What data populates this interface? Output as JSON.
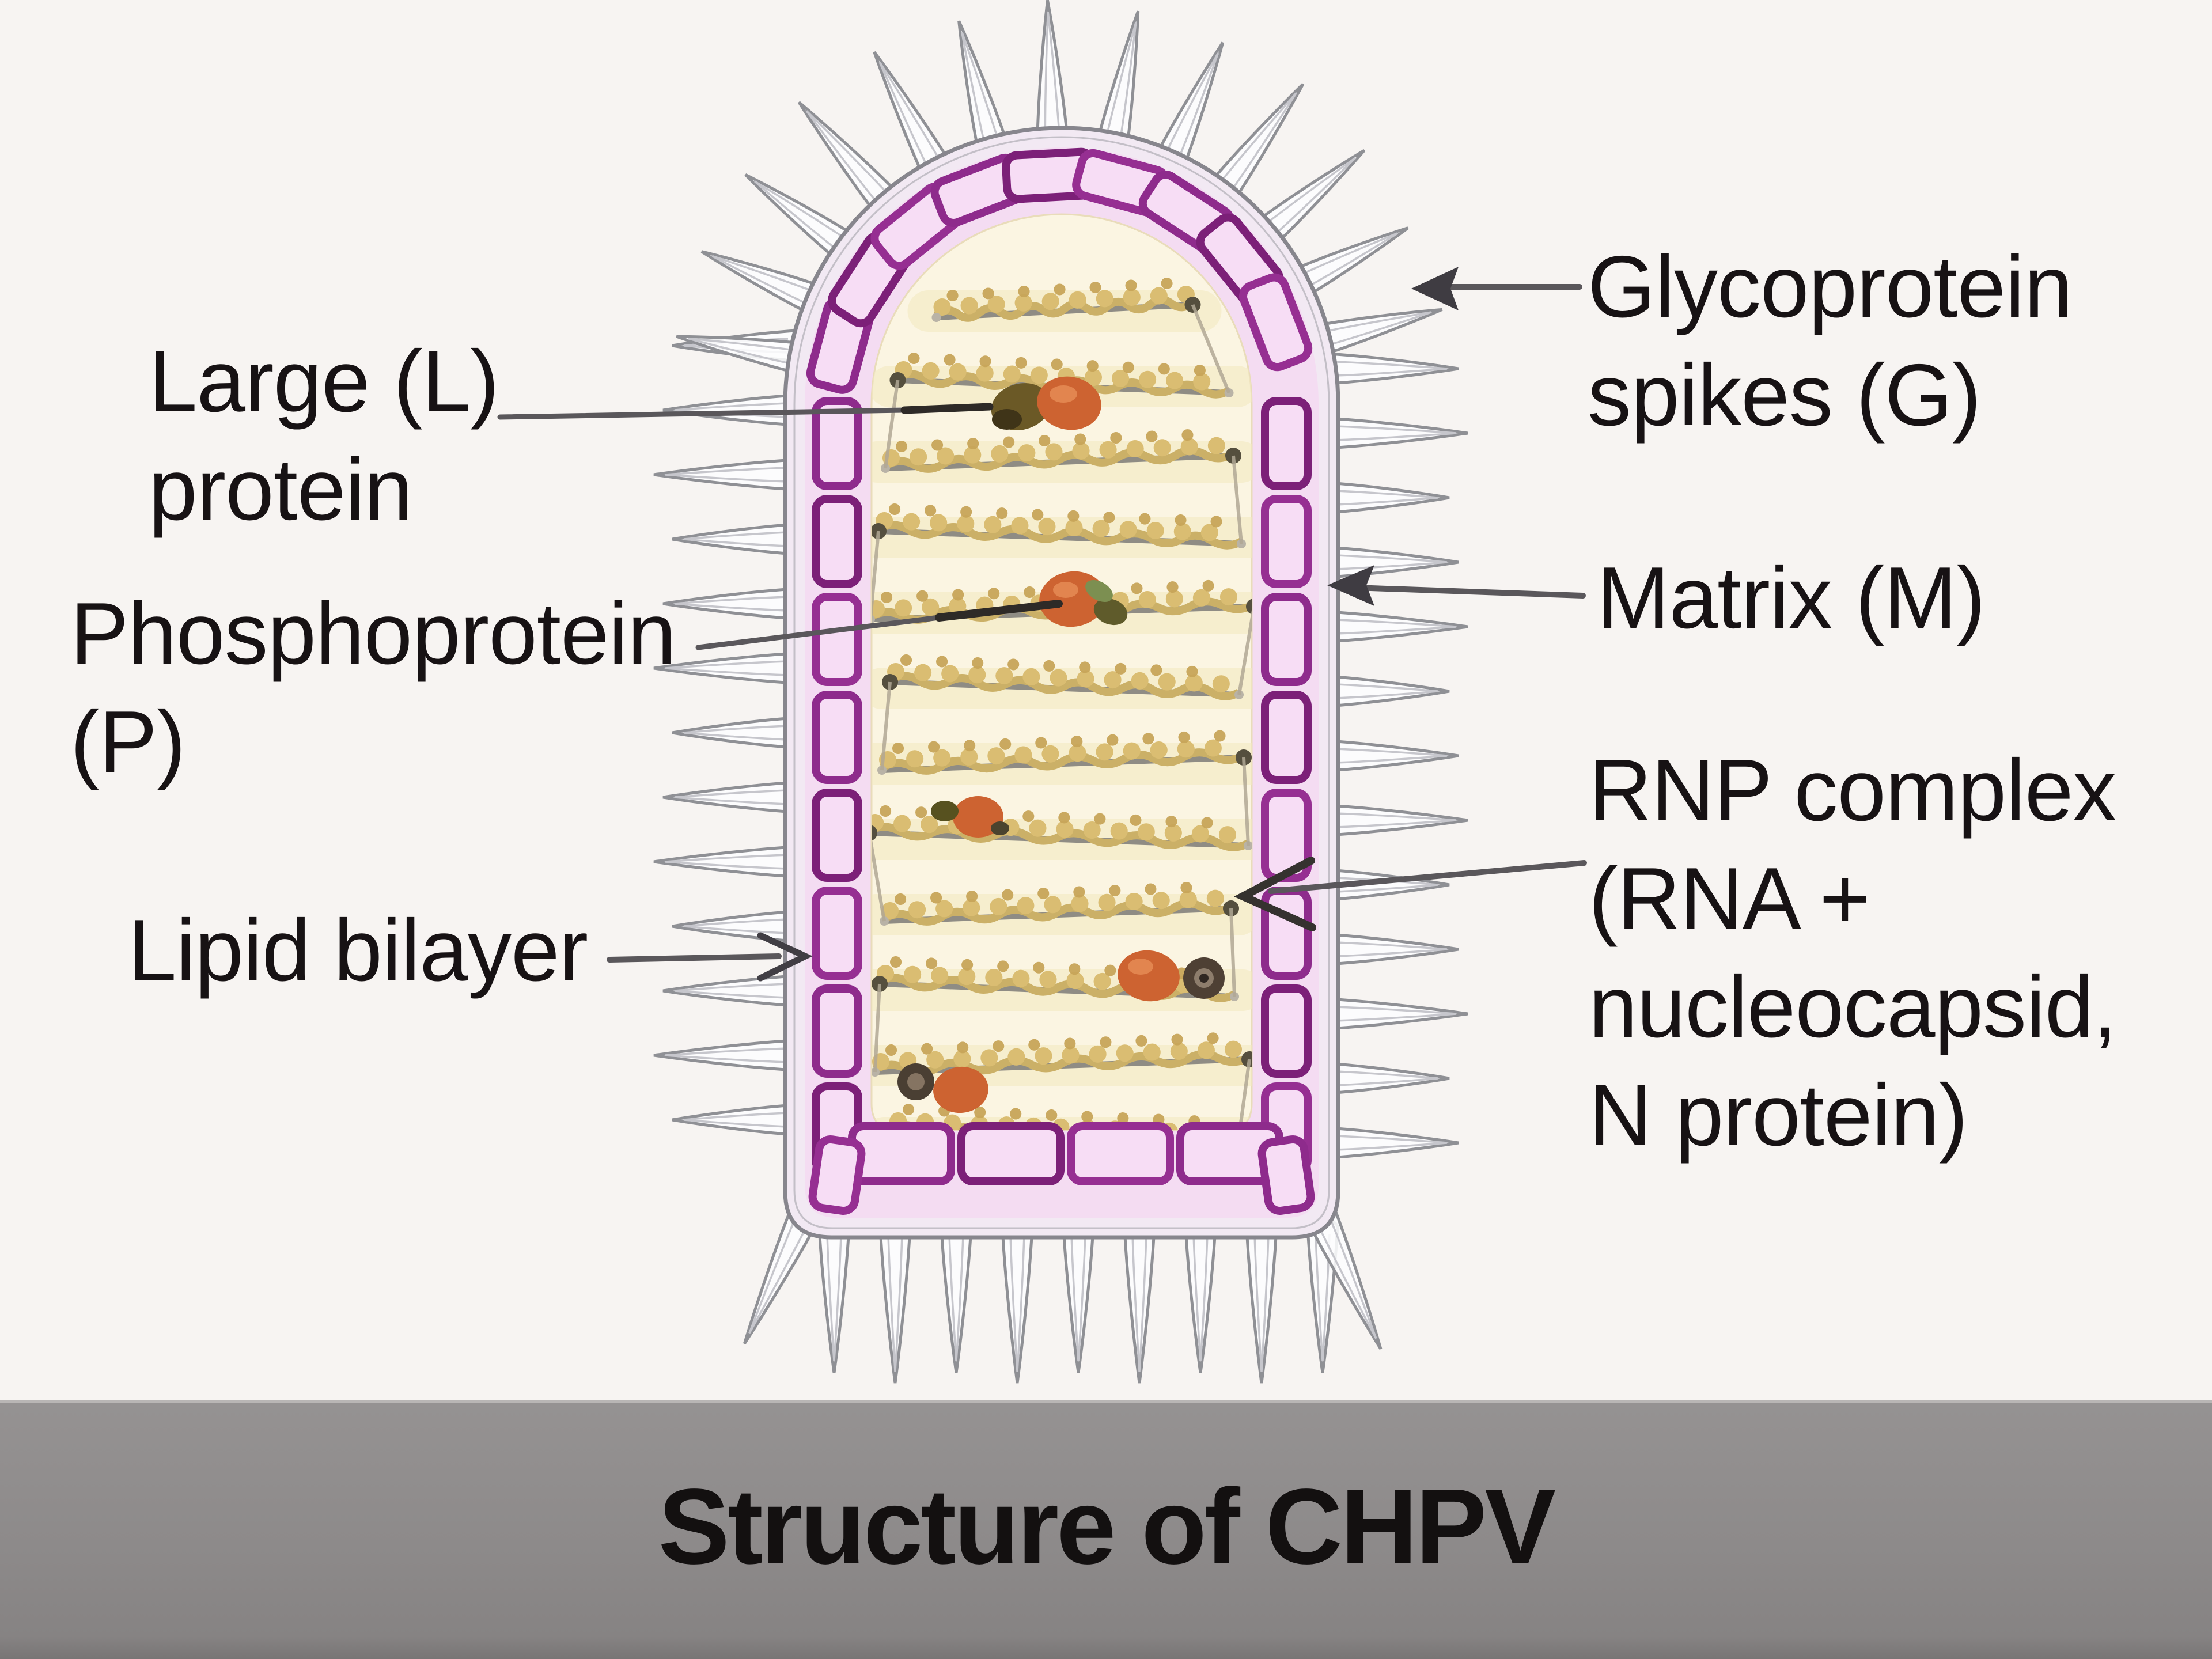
{
  "figure": {
    "kind": "virus structure diagram",
    "subject": "CHPV virion cross-section"
  },
  "title_bar": {
    "text": "Structure of CHPV",
    "background": "#8d8a8a",
    "text_color": "#131010"
  },
  "labels": {
    "large_l": {
      "lines": [
        "Large (L)",
        "protein"
      ]
    },
    "phosphoprotein": {
      "lines": [
        "Phosphoprotein",
        "(P)"
      ]
    },
    "lipid_bilayer": {
      "lines": [
        "Lipid bilayer"
      ]
    },
    "glycoprotein_spikes": {
      "lines": [
        "Glycoprotein",
        "spikes (G)"
      ]
    },
    "matrix": {
      "lines": [
        "Matrix (M)"
      ]
    },
    "rnp_complex": {
      "lines": [
        "RNP complex",
        "(RNA +",
        "nucleocapsid,",
        "N protein)"
      ]
    }
  },
  "palette": {
    "background": "#f7f4f2",
    "label_text": "#171214",
    "leader_line": "#5a575b",
    "leader_dark": "#2e2a27",
    "arrowhead": "#3f3c42",
    "envelope_fill": "#f2e9f3",
    "envelope_stroke": "#87868d",
    "envelope_inner_line": "#c3bfc7",
    "matrix_band": "#f4dcf2",
    "brick_fill": "#f7ddf5",
    "brick_strokes": [
      "#8e2b8c",
      "#7c2078",
      "#962f92"
    ],
    "interior_fill": "#fbf5e2",
    "spike_fill": "#fdfdfe",
    "spike_stroke": "#8f9095",
    "spike_inner": "#c6c6cc",
    "rnp_haze": "#f3e9c2",
    "rnp_wave": "#cbb067",
    "rnp_bead": "#dabd72",
    "rnp_bead_dark": "#c7a458",
    "rod_gray": "#8f8c84",
    "rod_tip": "#554f3e",
    "connector": "#b0a794",
    "blob_orange": "#cd6331",
    "blob_orange_hi": "#e2854f",
    "blob_olive": "#6b5926",
    "blob_ring": "#4e4034"
  }
}
